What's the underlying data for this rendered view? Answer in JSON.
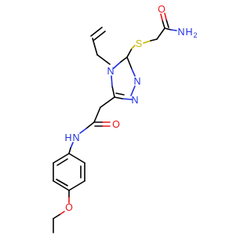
{
  "colors": {
    "carbon": "#000000",
    "nitrogen": "#1f2fe0",
    "oxygen": "#e8161b",
    "sulfur": "#c9b300",
    "background": "#ffffff"
  },
  "atoms": {
    "amide_nh2_n": "N",
    "amide_nh2_h": "H",
    "amide_nh2_sub": "2",
    "amide_top_o": "O",
    "thioether_s": "S",
    "ring_n4": "N",
    "ring_n1": "N",
    "ring_n2": "N",
    "amide_mid_o": "O",
    "anilide_n": "N",
    "anilide_h": "H",
    "ether_o": "O"
  }
}
